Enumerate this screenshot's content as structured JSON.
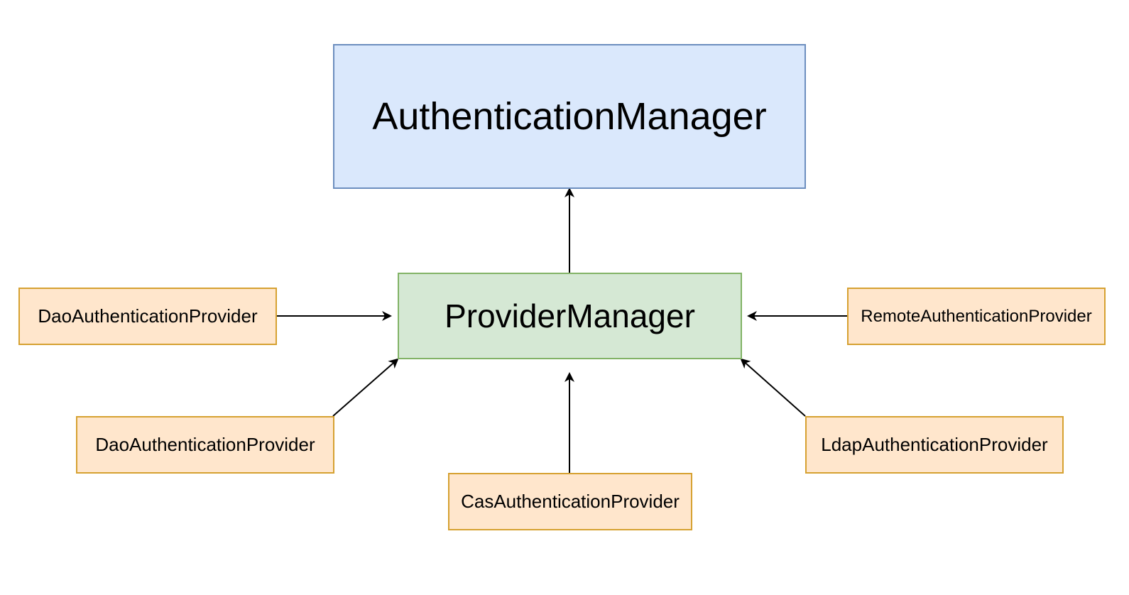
{
  "colors": {
    "manager_fill": "#dae8fc",
    "manager_border": "#6c8ebf",
    "provider_manager_fill": "#d5e8d4",
    "provider_manager_border": "#82b366",
    "provider_fill": "#ffe6cc",
    "provider_border": "#d6a131",
    "edge": "#000000"
  },
  "nodes": {
    "authentication_manager": "AuthenticationManager",
    "provider_manager": "ProviderManager",
    "dao_provider_top": "DaoAuthenticationProvider",
    "dao_provider_bottom": "DaoAuthenticationProvider",
    "cas_provider": "CasAuthenticationProvider",
    "remote_provider": "RemoteAuthenticationProvider",
    "ldap_provider": "LdapAuthenticationProvider"
  },
  "edges": [
    {
      "from": "provider_manager",
      "to": "authentication_manager"
    },
    {
      "from": "dao_provider_top",
      "to": "provider_manager"
    },
    {
      "from": "dao_provider_bottom",
      "to": "provider_manager"
    },
    {
      "from": "cas_provider",
      "to": "provider_manager"
    },
    {
      "from": "remote_provider",
      "to": "provider_manager"
    },
    {
      "from": "ldap_provider",
      "to": "provider_manager"
    }
  ]
}
